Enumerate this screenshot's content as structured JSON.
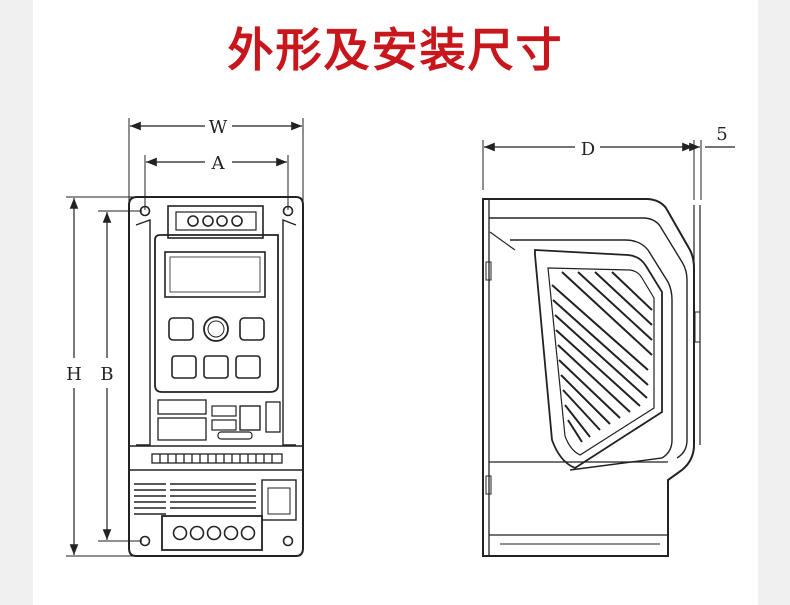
{
  "title": "外形及安装尺寸",
  "colors": {
    "title": "#c8161d",
    "line": "#222222",
    "page": "#ffffff",
    "background": "#f0f0f0"
  },
  "front_view": {
    "dim_width": "W",
    "dim_mount_width": "A",
    "dim_height": "H",
    "dim_mount_height": "B"
  },
  "side_view": {
    "dim_depth": "D",
    "dim_offset": "5"
  }
}
